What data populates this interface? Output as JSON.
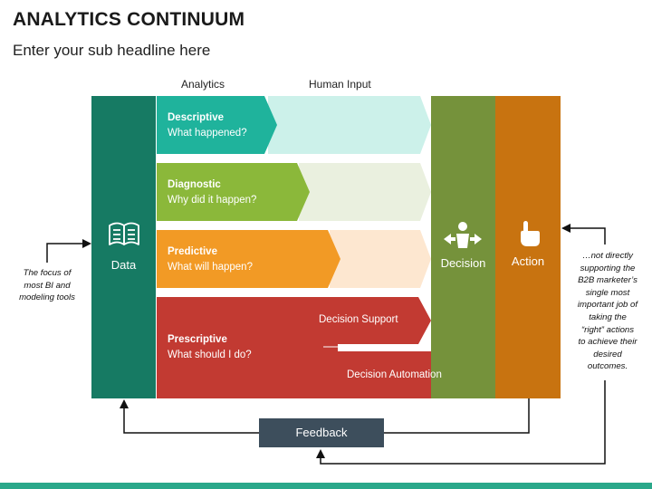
{
  "title": "ANALYTICS CONTINUUM",
  "subtitle": "Enter your sub headline here",
  "columns": {
    "analytics": "Analytics",
    "human_input": "Human Input"
  },
  "data_block": {
    "label": "Data",
    "icon": "book-icon"
  },
  "analytics_types": [
    {
      "name": "Descriptive",
      "question": "What happened?"
    },
    {
      "name": "Diagnostic",
      "question": "Why did it happen?"
    },
    {
      "name": "Predictive",
      "question": "What will happen?"
    },
    {
      "name": "Prescriptive",
      "question": "What should I do?"
    }
  ],
  "prescriptive_arrows": {
    "support": "Decision Support",
    "automation": "Decision Automation"
  },
  "decision": {
    "label": "Decision",
    "icon": "person-choice-icon"
  },
  "action": {
    "label": "Action",
    "icon": "pointer-hand-icon"
  },
  "feedback": "Feedback",
  "notes": {
    "left": [
      "The focus of",
      "most BI and",
      "modeling tools"
    ],
    "right": [
      "…not directly",
      "supporting the",
      "B2B marketer’s",
      "single most",
      "important job of",
      "taking the",
      "“right” actions",
      "to achieve their",
      "desired",
      "outcomes."
    ]
  },
  "colors": {
    "data": "#167a63",
    "descriptive": "#1fb39c",
    "diagnostic": "#8bb83a",
    "predictive": "#f29a25",
    "prescriptive": "#c23a32",
    "decision": "#75923b",
    "action": "#c87310",
    "feedback": "#3d4e5c",
    "accent_bar": "#2aa88a"
  }
}
